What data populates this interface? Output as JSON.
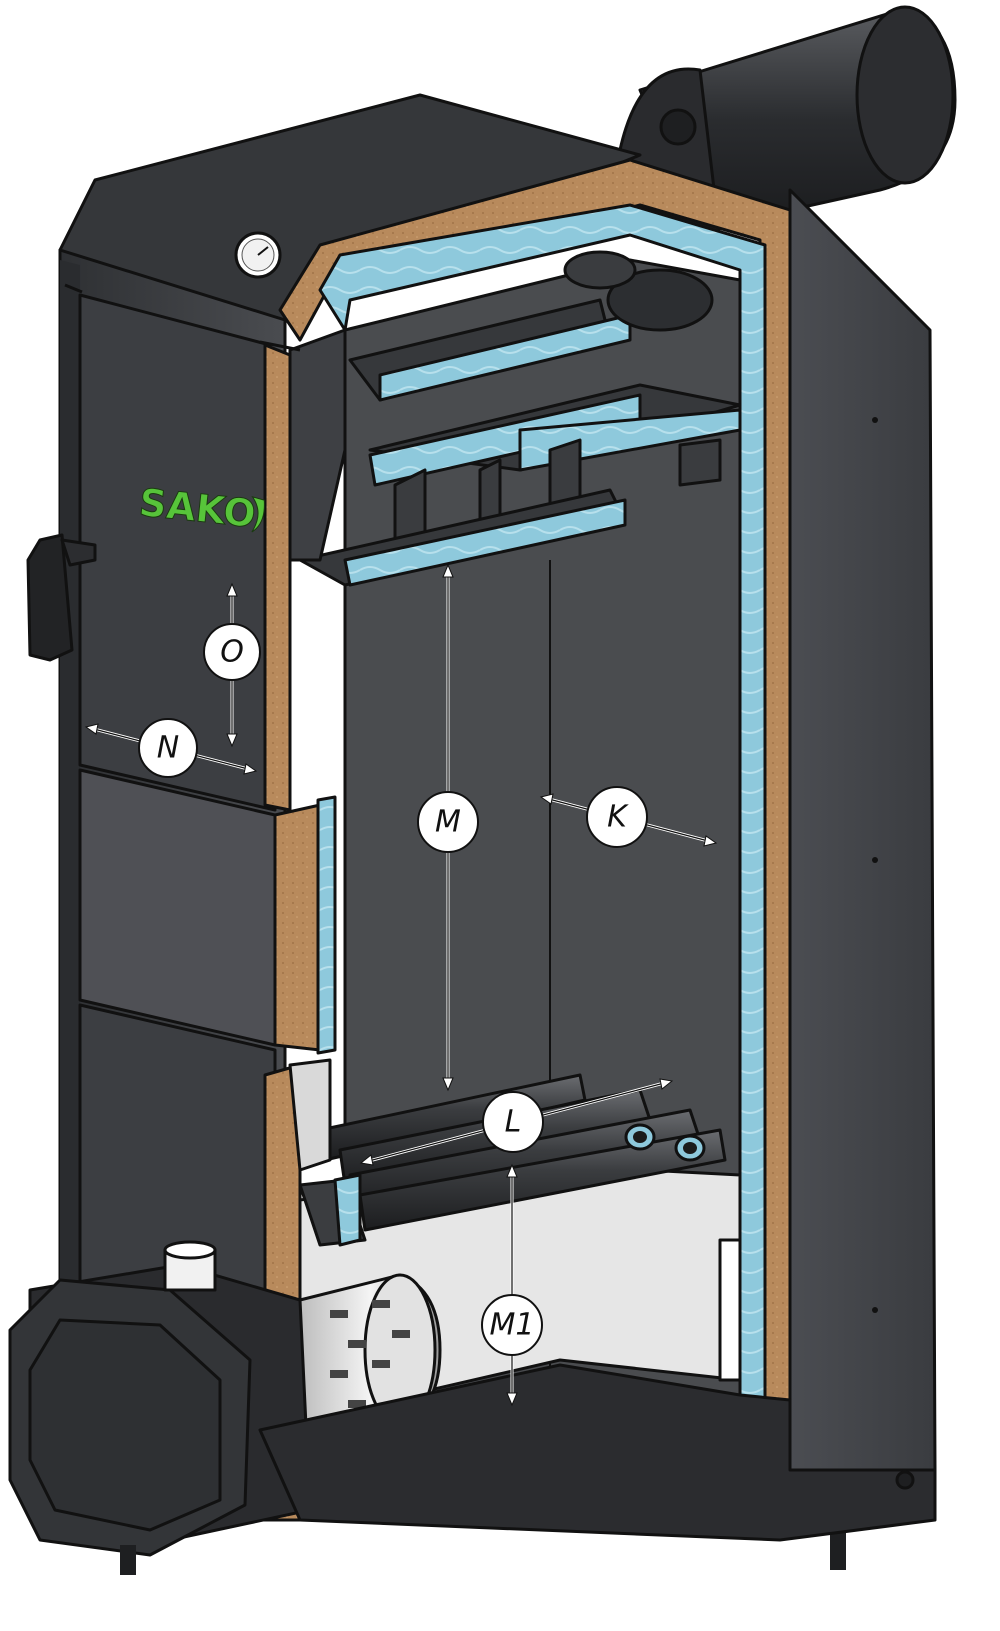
{
  "brand": {
    "logo_text": "SAKO"
  },
  "dimension_labels": [
    "O",
    "N",
    "M",
    "K",
    "L",
    "M1"
  ],
  "colors": {
    "casing": "#3e4043",
    "casing_light": "#55575b",
    "insulation": "#b88a5c",
    "water_jacket": "#8ec9dc",
    "interior": "#4a4c4f",
    "ash_area": "#e6e6e6",
    "logo_green": "#57c43a"
  },
  "icons": [
    "thermometer-gauge-icon",
    "door-handle-icon",
    "pellet-burner-icon",
    "flue-pipe-icon"
  ]
}
